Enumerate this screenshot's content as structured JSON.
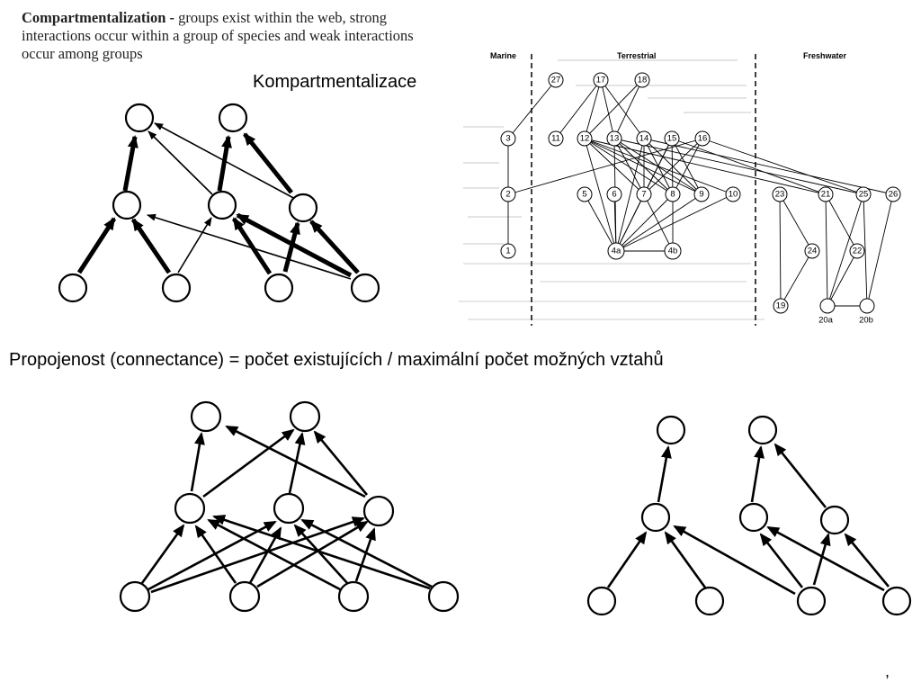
{
  "quote": {
    "term": "Compartmentalization -",
    "text": " groups exist within the web, strong interactions occur within a group of species and weak interactions occur among groups"
  },
  "kompartmentalizace_label": "Kompartmentalizace",
  "connectance_text": "Propojenost (connectance) = počet existujících / maximální počet možných vztahů",
  "footer_mark": ",",
  "habitat_web": {
    "zones": [
      "Marine",
      "Terrestrial",
      "Freshwater"
    ],
    "nodes": [
      "27",
      "17",
      "18",
      "3",
      "11",
      "12",
      "13",
      "14",
      "15",
      "16",
      "2",
      "5",
      "6",
      "7",
      "8",
      "9",
      "10",
      "23",
      "21",
      "25",
      "26",
      "1",
      "4a",
      "4b",
      "24",
      "22",
      "19",
      "20a",
      "20b"
    ]
  }
}
